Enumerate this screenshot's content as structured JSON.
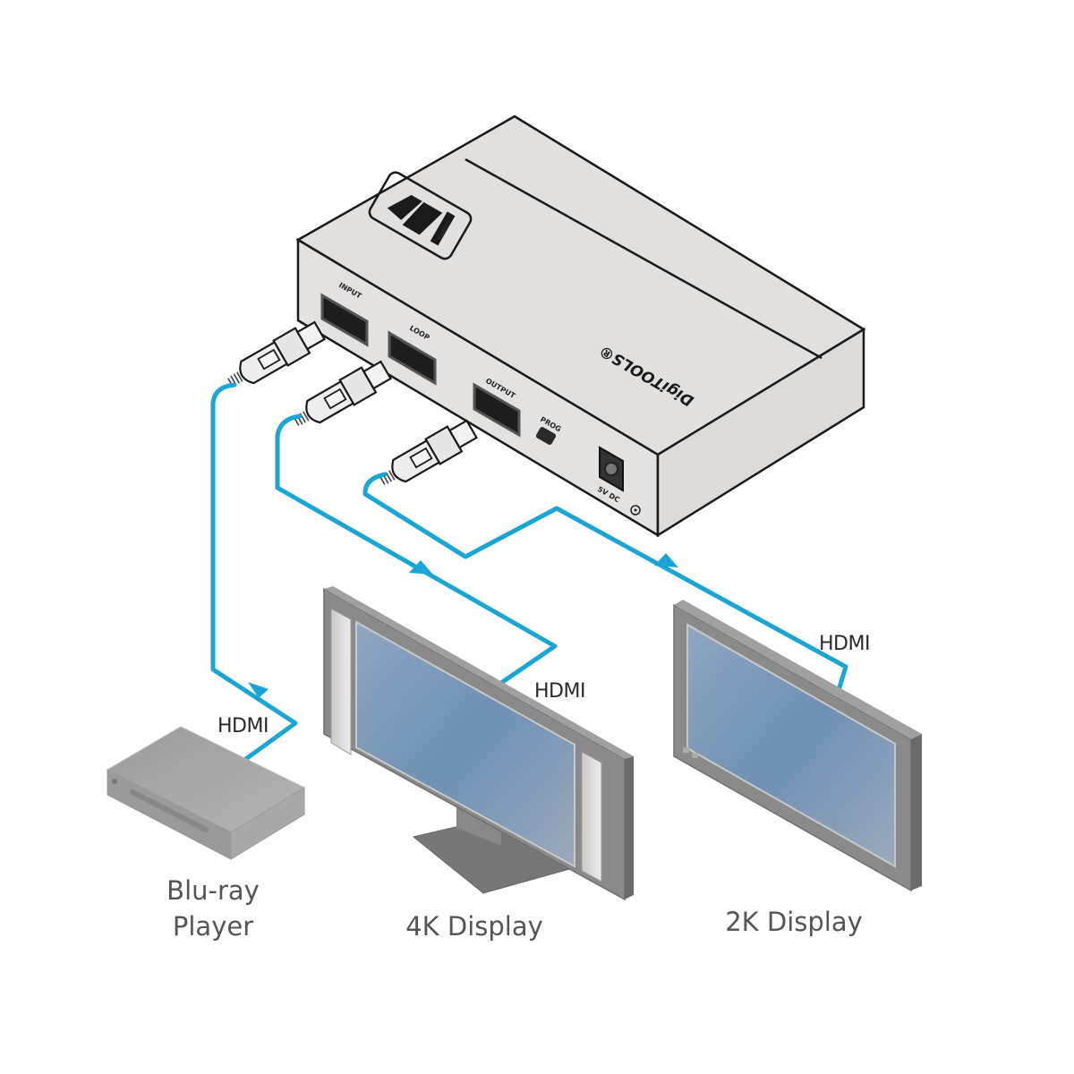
{
  "diagram": {
    "title": "",
    "colors": {
      "cable": "#1aa6d4",
      "device_body": "#e2e0df",
      "device_outline": "#1a1a1a",
      "display_frame": "#8a8a8a",
      "screen": "#6f91b5",
      "label_text": "#555555"
    },
    "main_device": {
      "brand_logo": "KRAMER",
      "brand_name": "DigiTOOLS®",
      "ports": [
        {
          "id": "input",
          "label": "INPUT"
        },
        {
          "id": "loop",
          "label": "LOOP"
        },
        {
          "id": "output",
          "label": "OUTPUT"
        },
        {
          "id": "prog",
          "label": "PROG"
        },
        {
          "id": "power",
          "label": "5V DC"
        }
      ]
    },
    "devices": [
      {
        "id": "bluray",
        "label_line1": "Blu-ray",
        "label_line2": "Player"
      },
      {
        "id": "display4k",
        "label": "4K Display"
      },
      {
        "id": "display2k",
        "label": "2K Display"
      }
    ],
    "connections": [
      {
        "from": "bluray",
        "to": "input",
        "label": "HDMI",
        "direction": "to-device"
      },
      {
        "from": "loop",
        "to": "display4k",
        "label": "HDMI",
        "direction": "to-display"
      },
      {
        "from": "output",
        "to": "display2k",
        "label": "HDMI",
        "direction": "to-display"
      }
    ]
  }
}
